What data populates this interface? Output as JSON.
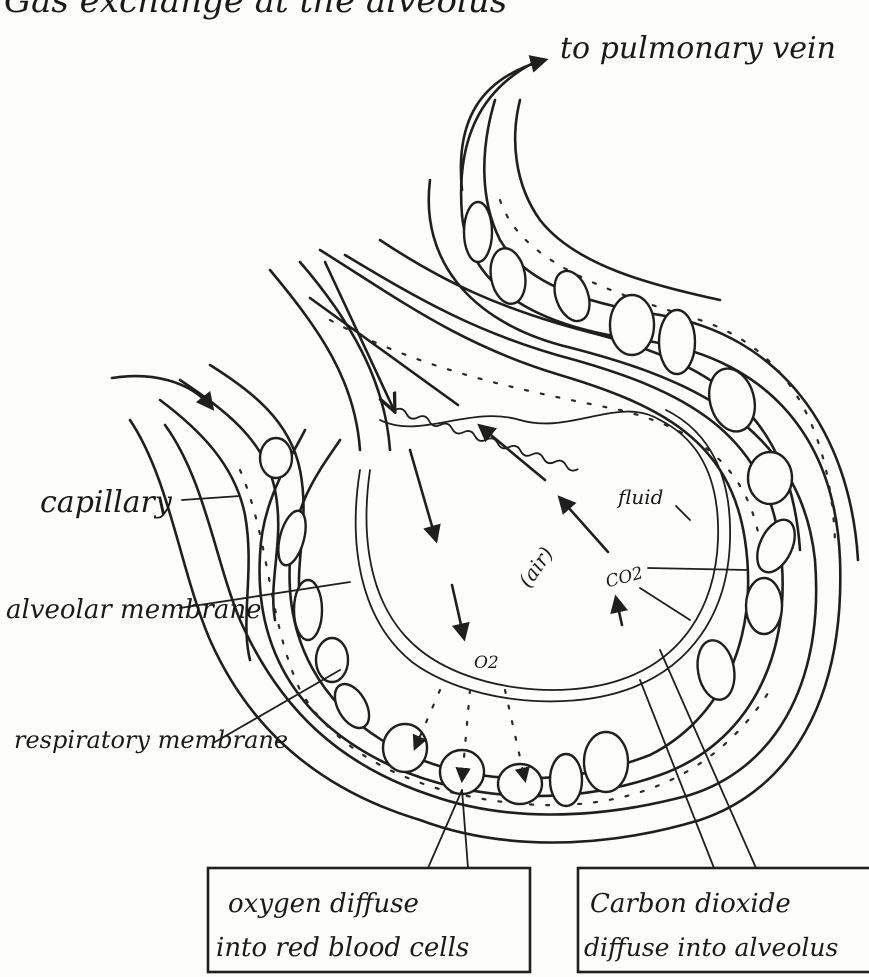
{
  "title_fragment": "Gas exchange at the alveolus",
  "labels": {
    "pulmonary_vein": "to pulmonary vein",
    "capillary": "capillary",
    "alveolar_membrane": "alveolar membrane",
    "respiratory_membrane": "respiratory membrane",
    "fluid": "fluid",
    "air": "(air)",
    "o2": "O2",
    "co2": "CO2"
  },
  "boxes": {
    "oxygen": "oxygen diffuse into red blood cells",
    "carbon_dioxide": "Carbon dioxide diffuse into alveolus"
  },
  "colors": {
    "ink": "#1f1f1f",
    "paper": "#fdfdfb"
  }
}
